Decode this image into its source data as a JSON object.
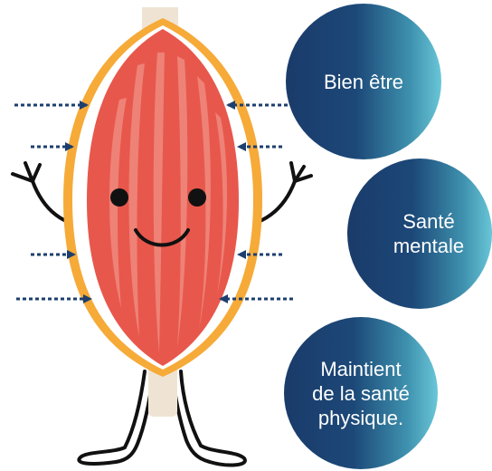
{
  "bubbles": {
    "wellbeing": "Bien être",
    "mental_health": "Santé\nmentale",
    "physical_health": "Maintient\nde la santé\nphysique."
  },
  "colors": {
    "muscle_red": "#e8574c",
    "muscle_stripe": "#f08a7f",
    "fascia_orange": "#f6aa38",
    "tendon": "#efe4d4",
    "arrow_navy": "#1d3f6e",
    "bubble_dark": "#1a3b6a",
    "bubble_light": "#69c6d7",
    "outline": "#111111"
  },
  "icons": [
    "muscle-character",
    "pressure-arrow-icon",
    "smiley-face"
  ]
}
